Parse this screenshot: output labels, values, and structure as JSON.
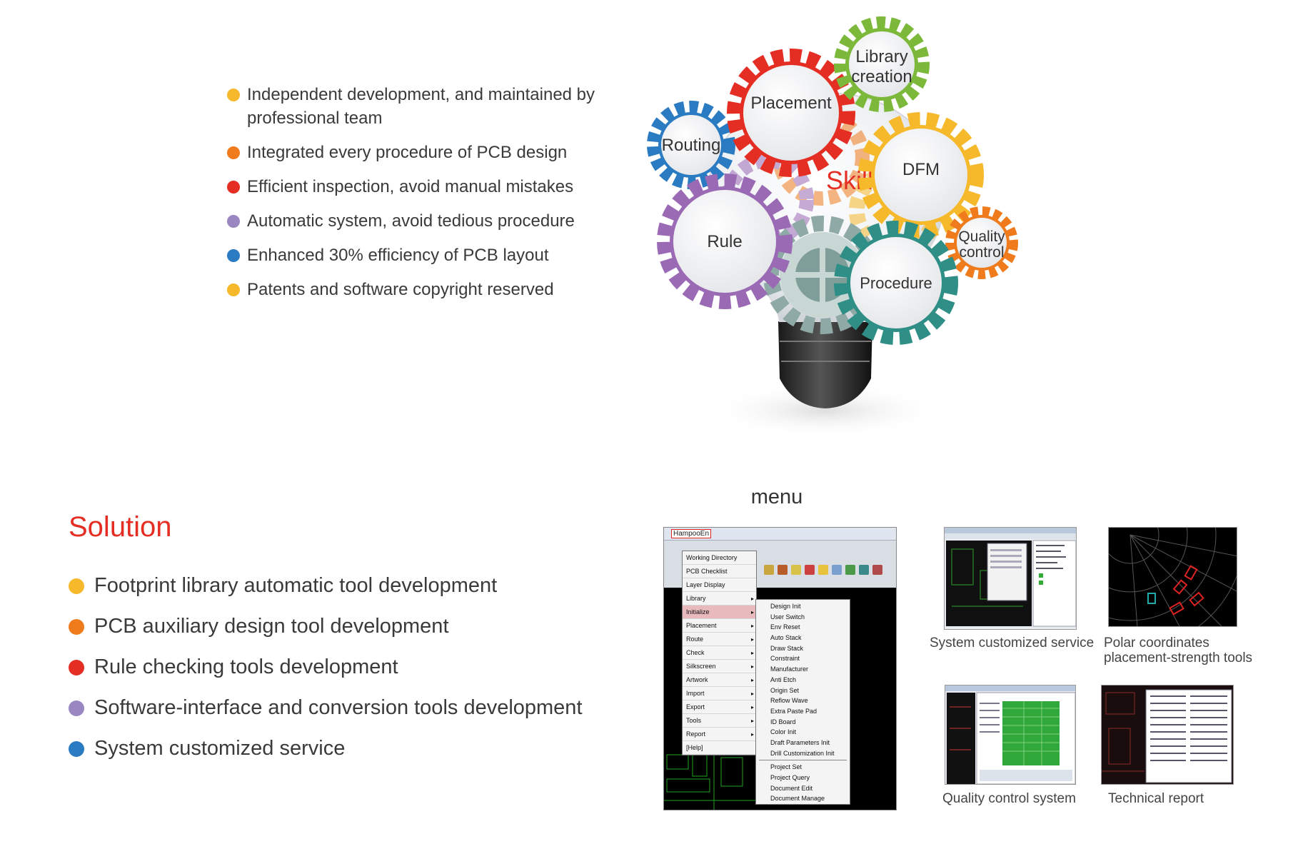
{
  "features": [
    {
      "text": "Independent development, and maintained by professional team",
      "color": "#f6b92b"
    },
    {
      "text": "Integrated every procedure of PCB design",
      "color": "#ef7b1d"
    },
    {
      "text": "Efficient inspection, avoid manual mistakes",
      "color": "#e52e23"
    },
    {
      "text": "Automatic system, avoid tedious procedure",
      "color": "#9a86c0"
    },
    {
      "text": "Enhanced 30% efficiency of PCB layout",
      "color": "#2b7bc2"
    },
    {
      "text": "Patents and software copyright reserved",
      "color": "#f6b92b"
    }
  ],
  "infographic": {
    "center_label": "Skill",
    "gears": [
      {
        "label": "Routing",
        "color": "#2b7bc2"
      },
      {
        "label": "Placement",
        "color": "#e52e23"
      },
      {
        "label": "Library creation",
        "color": "#7cb83a"
      },
      {
        "label": "DFM",
        "color": "#f6b92b"
      },
      {
        "label": "Rule",
        "color": "#9a6ab5"
      },
      {
        "label": "Quality control",
        "color": "#ef7b1d"
      },
      {
        "label": "Procedure",
        "color": "#2f8f86"
      }
    ]
  },
  "solution": {
    "title": "Solution",
    "items": [
      {
        "text": "Footprint library automatic tool development",
        "color": "#f6b92b"
      },
      {
        "text": "PCB auxiliary design tool development",
        "color": "#ef7b1d"
      },
      {
        "text": "Rule checking tools development",
        "color": "#e52e23"
      },
      {
        "text": "Software-interface and conversion tools development",
        "color": "#9a86c0"
      },
      {
        "text": "System customized service",
        "color": "#2b7bc2"
      }
    ]
  },
  "menu_screenshot": {
    "title": "menu",
    "top_menu": "HampooEn",
    "main_items": [
      {
        "label": "Working Directory",
        "submenu": false
      },
      {
        "label": "PCB Checklist",
        "submenu": false
      },
      {
        "label": "Layer Display",
        "submenu": false
      },
      {
        "label": "Library",
        "submenu": true
      },
      {
        "label": "Initialize",
        "submenu": true,
        "highlighted": true
      },
      {
        "label": "Placement",
        "submenu": true
      },
      {
        "label": "Route",
        "submenu": true
      },
      {
        "label": "Check",
        "submenu": true
      },
      {
        "label": "Silkscreen",
        "submenu": true
      },
      {
        "label": "Artwork",
        "submenu": true
      },
      {
        "label": "Import",
        "submenu": true
      },
      {
        "label": "Export",
        "submenu": true
      },
      {
        "label": "Tools",
        "submenu": true
      },
      {
        "label": "Report",
        "submenu": true
      },
      {
        "label": "[Help]",
        "submenu": false
      }
    ],
    "sub_items_group1": [
      "Design Init",
      "User Switch",
      "Env Reset",
      "Auto Stack",
      "Draw Stack",
      "Constraint",
      "Manufacturer",
      "Anti Etch",
      "Origin Set",
      "Reflow Wave",
      "Extra Paste Pad",
      "ID Board",
      "Color Init",
      "Draft Parameters Init",
      "Drill Customization Init"
    ],
    "sub_items_group2": [
      "Project Set",
      "Project Query",
      "Document Edit",
      "Document Manage"
    ]
  },
  "thumbnails": [
    {
      "caption": "System customized service"
    },
    {
      "caption": "Polar coordinates placement-strength tools"
    },
    {
      "caption": "Quality control system"
    },
    {
      "caption": "Technical report"
    }
  ]
}
